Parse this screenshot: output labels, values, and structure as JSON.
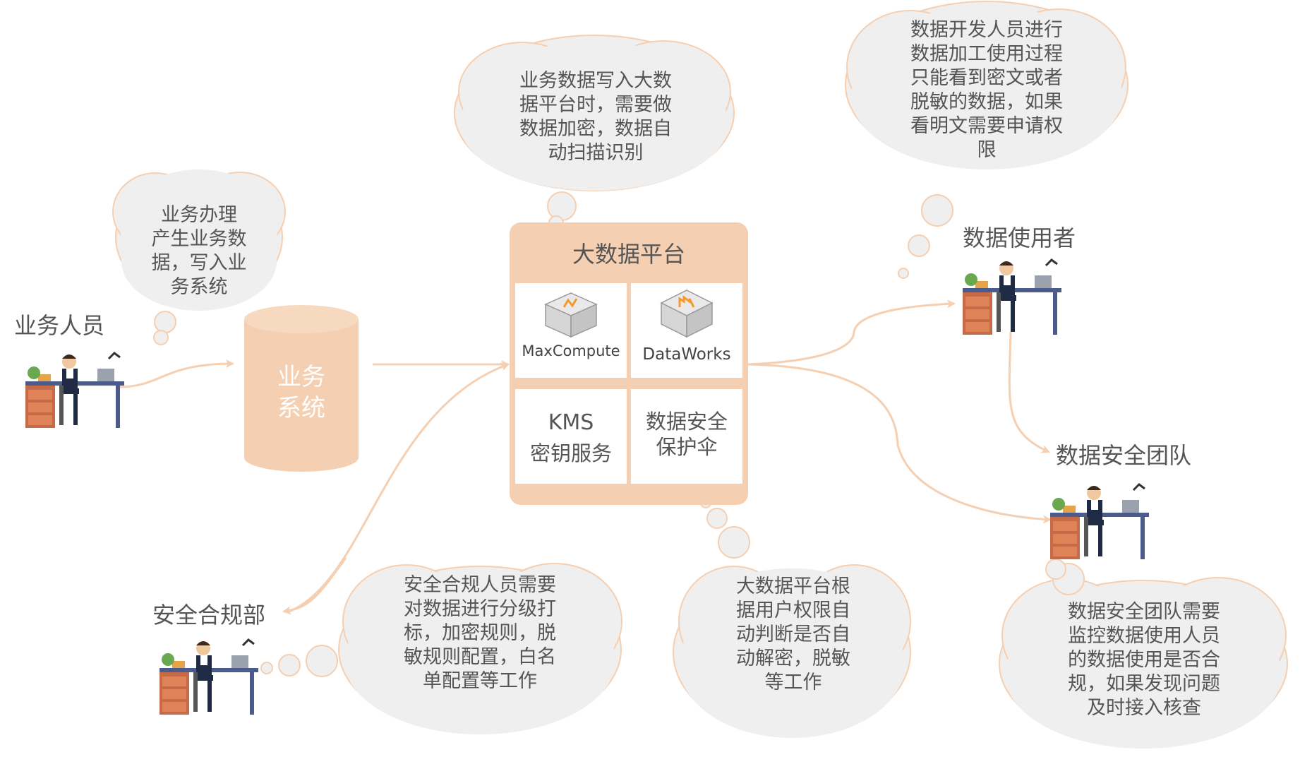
{
  "colors": {
    "accent": "#f5cfb1",
    "cylinder": "#f5cfb1",
    "bubble_fill": "#efefef",
    "bubble_stroke": "#f5cfb1",
    "text": "#555555",
    "arrow": "#f5cfb1"
  },
  "actors": {
    "business_staff": "业务人员",
    "data_user": "数据使用者",
    "security_team": "数据安全团队",
    "compliance_dept": "安全合规部"
  },
  "business_system": {
    "label": "业务\n系统"
  },
  "platform": {
    "title": "大数据平台",
    "cells": {
      "maxcompute": {
        "caption": "MaxCompute",
        "icon": "maxcompute-cube-icon"
      },
      "dataworks": {
        "caption": "DataWorks",
        "icon": "dataworks-cube-icon"
      },
      "kms": {
        "line1": "KMS",
        "line2": "密钥服务"
      },
      "umbrella": {
        "text": "数据安全\n保护伞"
      }
    }
  },
  "bubbles": {
    "business_handling": "业务办理\n产生业务数\n据，写入业\n务系统",
    "write_platform": "业务数据写入大数\n据平台时，需要做\n数据加密，数据自\n动扫描识别",
    "developer_view": "数据开发人员进行\n数据加工使用过程\n只能看到密文或者\n脱敏的数据，如果\n看明文需要申请权\n限",
    "compliance_work": "安全合规人员需要\n对数据进行分级打\n标，加密规则，脱\n敏规则配置，白名\n单配置等工作",
    "platform_decrypt": "大数据平台根\n据用户权限自\n动判断是否自\n动解密，脱敏\n等工作",
    "security_monitor": "数据安全团队需要\n监控数据使用人员\n的数据使用是否合\n规，如果发现问题\n及时接入核查"
  }
}
